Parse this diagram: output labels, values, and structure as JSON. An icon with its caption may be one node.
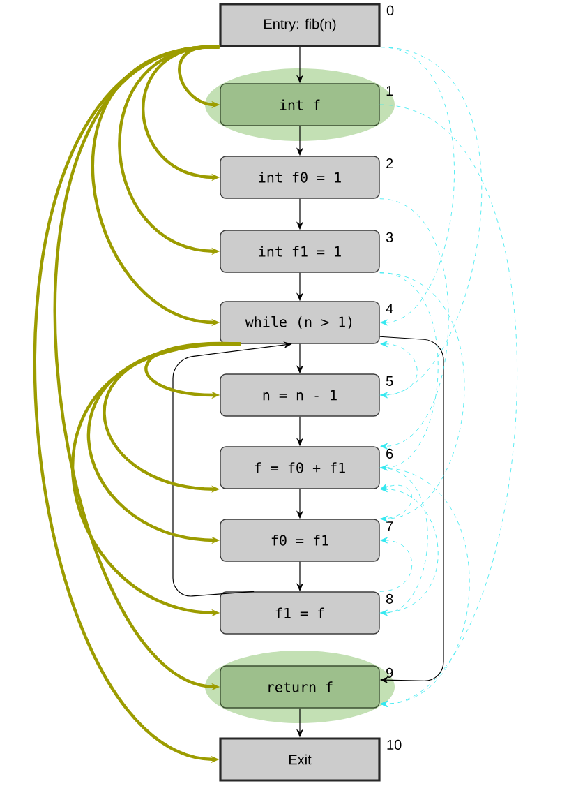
{
  "diagram": {
    "nodes": [
      {
        "text": [
          "Entry: fib(n)"
        ],
        "beside": [
          "0"
        ]
      },
      {
        "text": [
          "int f"
        ],
        "beside": [
          "1"
        ]
      },
      {
        "text": [
          "int f0 = 1"
        ],
        "beside": [
          "2"
        ]
      },
      {
        "text": [
          "int f1 = 1"
        ],
        "beside": [
          "3"
        ]
      },
      {
        "text": [
          "while (n > 1)"
        ],
        "beside": [
          "4"
        ]
      },
      {
        "text": [
          "n = n - 1"
        ],
        "beside": [
          "5"
        ]
      },
      {
        "text": [
          "f = f0 + f1"
        ],
        "beside": [
          "6"
        ]
      },
      {
        "text": [
          "f0 = f1"
        ],
        "beside": [
          "7"
        ]
      },
      {
        "text": [
          "f1 = f"
        ],
        "beside": [
          "8"
        ]
      },
      {
        "text": [
          "return f"
        ],
        "beside": [
          "9"
        ]
      },
      {
        "text": [
          "Exit"
        ],
        "beside": [
          "10"
        ]
      }
    ],
    "edges": [
      {
        "from": 0,
        "to": 1,
        "arrow": "to",
        "color": "#000000"
      },
      {
        "from": 1,
        "to": 2,
        "arrow": "to",
        "color": "#000000"
      },
      {
        "from": 2,
        "to": 3,
        "arrow": "to",
        "color": "#000000"
      },
      {
        "from": 3,
        "to": 4,
        "arrow": "to",
        "color": "#000000"
      },
      {
        "from": 4,
        "to": 5,
        "arrow": "to",
        "color": "#000000"
      },
      {
        "from": 5,
        "to": 6,
        "arrow": "to",
        "color": "#000000"
      },
      {
        "from": 6,
        "to": 7,
        "arrow": "to",
        "color": "#000000"
      },
      {
        "from": 7,
        "to": 8,
        "arrow": "to",
        "color": "#000000"
      },
      {
        "from": 8,
        "to": 4,
        "arrow": "to",
        "color": "#000000"
      },
      {
        "from": 4,
        "to": 9,
        "arrow": "to",
        "color": "#000000"
      },
      {
        "from": 9,
        "to": 10,
        "arrow": "to",
        "color": "#000000"
      },
      {
        "from": 0,
        "to": 1,
        "arrow": "to",
        "style": "thick",
        "color": "#9c9c00"
      },
      {
        "from": 0,
        "to": 2,
        "arrow": "to",
        "style": "thick",
        "color": "#9c9c00"
      },
      {
        "from": 0,
        "to": 3,
        "arrow": "to",
        "style": "thick",
        "color": "#9c9c00"
      },
      {
        "from": 0,
        "to": 4,
        "arrow": "to",
        "style": "thick",
        "color": "#9c9c00"
      },
      {
        "from": 0,
        "to": 9,
        "arrow": "to",
        "style": "thick",
        "color": "#9c9c00"
      },
      {
        "from": 0,
        "to": 10,
        "arrow": "to",
        "style": "thick",
        "color": "#9c9c00"
      },
      {
        "from": 4,
        "to": 5,
        "arrow": "to",
        "style": "thick",
        "color": "#9c9c00"
      },
      {
        "from": 4,
        "to": 6,
        "arrow": "to",
        "style": "thick",
        "color": "#9c9c00"
      },
      {
        "from": 4,
        "to": 7,
        "arrow": "to",
        "style": "thick",
        "color": "#9c9c00"
      },
      {
        "from": 4,
        "to": 8,
        "arrow": "to",
        "style": "thick",
        "color": "#9c9c00"
      },
      {
        "from": 0,
        "to": 4,
        "arrow": "to",
        "style": "dashed",
        "color": "#33e8f0"
      },
      {
        "from": 0,
        "to": 5,
        "arrow": "to",
        "style": "dashed",
        "color": "#33e8f0"
      },
      {
        "from": 1,
        "to": 9,
        "arrow": "to",
        "style": "dashed",
        "color": "#33e8f0"
      },
      {
        "from": 2,
        "to": 6,
        "arrow": "to",
        "style": "dashed",
        "color": "#33e8f0"
      },
      {
        "from": 3,
        "to": 6,
        "arrow": "to",
        "style": "dashed",
        "color": "#33e8f0"
      },
      {
        "from": 3,
        "to": 7,
        "arrow": "to",
        "style": "dashed",
        "color": "#33e8f0"
      },
      {
        "from": 5,
        "to": 4,
        "arrow": "to",
        "style": "dashed",
        "color": "#33e8f0"
      },
      {
        "from": 6,
        "to": 8,
        "arrow": "to",
        "style": "dashed",
        "color": "#33e8f0"
      },
      {
        "from": 6,
        "to": 9,
        "arrow": "to",
        "style": "dashed",
        "color": "#33e8f0"
      },
      {
        "from": 7,
        "to": 6,
        "arrow": "to",
        "style": "dashed",
        "color": "#33e8f0"
      },
      {
        "from": 8,
        "to": 6,
        "arrow": "to",
        "style": "dashed",
        "color": "#33e8f0"
      },
      {
        "from": 8,
        "to": 7,
        "arrow": "to",
        "style": "dashed",
        "color": "#33e8f0"
      }
    ]
  }
}
